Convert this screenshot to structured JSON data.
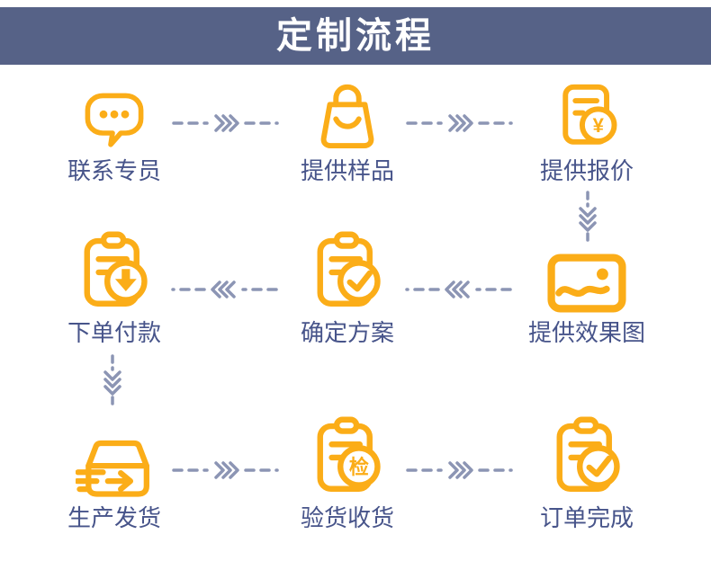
{
  "title": "定制流程",
  "colors": {
    "banner": "#566287",
    "icon_accent": "#FBAD18",
    "label_text": "#47548A",
    "arrow": "#8C95B4"
  },
  "steps": [
    {
      "label": "联系专员",
      "icon": "chat-bubble-icon"
    },
    {
      "label": "提供样品",
      "icon": "shopping-bag-icon"
    },
    {
      "label": "提供报价",
      "icon": "quote-invoice-icon"
    },
    {
      "label": "下单付款",
      "icon": "clipboard-download-icon"
    },
    {
      "label": "确定方案",
      "icon": "clipboard-check-icon"
    },
    {
      "label": "提供效果图",
      "icon": "picture-icon"
    },
    {
      "label": "生产发货",
      "icon": "shipping-box-icon"
    },
    {
      "label": "验货收货",
      "icon": "clipboard-inspect-icon"
    },
    {
      "label": "订单完成",
      "icon": "clipboard-check-icon"
    }
  ],
  "icons": {
    "inspect_char": "检",
    "currency_symbol": "¥"
  },
  "flow_arrows": {
    "row1": [
      "right",
      "right"
    ],
    "row2": [
      "left",
      "left"
    ],
    "row3": [
      "right",
      "right"
    ],
    "right_column": "down",
    "left_column": "down"
  }
}
